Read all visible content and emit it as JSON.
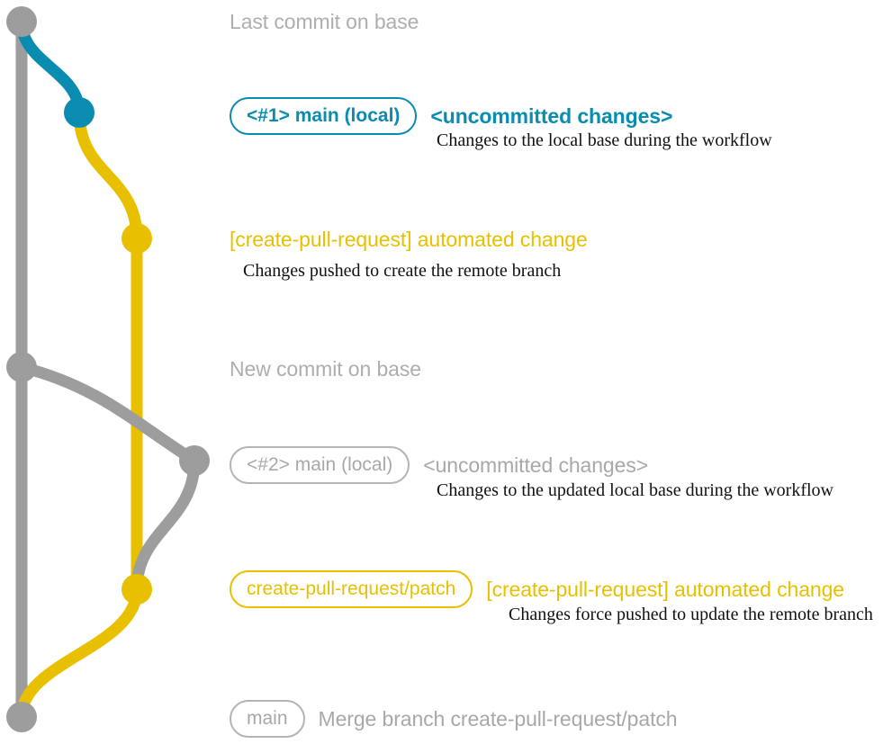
{
  "diagram": {
    "title": "git branch graph for create-pull-request workflow",
    "colors": {
      "base_gray": "#9d9d9d",
      "local_teal": "#0a8cb0",
      "patch_yellow": "#e8c000",
      "heading_gray": "#aeaeae",
      "note_black": "#111111",
      "background": "#ffffff"
    }
  },
  "entries": [
    {
      "id": "last-commit-on-base",
      "node_color": "base_gray",
      "badge": null,
      "subject": "Last commit on base",
      "subject_color": "gray",
      "note": null
    },
    {
      "id": "local-change-1",
      "node_color": "local_teal",
      "badge": "<#1> main (local)",
      "badge_color": "teal",
      "subject": "<uncommitted changes>",
      "subject_color": "teal",
      "note": "Changes to the local base during the workflow"
    },
    {
      "id": "automated-change-1",
      "node_color": "patch_yellow",
      "badge": null,
      "subject": "[create-pull-request] automated change",
      "subject_color": "yellow",
      "note": "Changes pushed to create the remote branch"
    },
    {
      "id": "new-commit-on-base",
      "node_color": "base_gray",
      "badge": null,
      "subject": "New commit on base",
      "subject_color": "gray",
      "note": null
    },
    {
      "id": "local-change-2",
      "node_color": "base_gray",
      "badge": "<#2> main (local)",
      "badge_color": "gray",
      "subject": "<uncommitted changes>",
      "subject_color": "gray",
      "note": "Changes to the updated local base during the workflow"
    },
    {
      "id": "automated-change-2",
      "node_color": "patch_yellow",
      "badge": "create-pull-request/patch",
      "badge_color": "yellow",
      "subject": "[create-pull-request] automated change",
      "subject_color": "yellow",
      "note": "Changes force pushed to update the remote branch"
    },
    {
      "id": "merge-commit",
      "node_color": "base_gray",
      "badge": "main",
      "badge_color": "gray",
      "subject": "Merge branch create-pull-request/patch",
      "subject_color": "gray",
      "note": null
    }
  ]
}
